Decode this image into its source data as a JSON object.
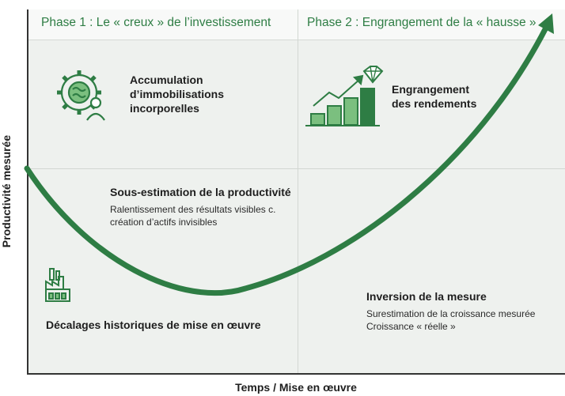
{
  "phases": {
    "phase1": "Phase 1 : Le « creux » de l’investissement",
    "phase2": "Phase 2 : Engrangement de la « hausse »"
  },
  "axes": {
    "y_label": "Productivité mesurée",
    "x_label": "Temps / Mise en œuvre"
  },
  "annotations": {
    "accumulation": {
      "line1": "Accumulation",
      "line2": "d’immobilisations",
      "line3": "incorporelles"
    },
    "engrangement": {
      "line1": "Engrangement",
      "line2": "des rendements"
    },
    "sous_estimation": {
      "title": "Sous-estimation de la productivité",
      "line1": "Ralentissement des résultats visibles c.",
      "line2": "création d’actifs invisibles"
    },
    "decalages": {
      "title": "Décalages historiques de mise en œuvre"
    },
    "inversion": {
      "title": "Inversion de la mesure",
      "line1": "Surestimation de la croissance mesurée",
      "line2": "Croissance « réelle »"
    }
  },
  "icons": {
    "gear": "gear-brain-person-icon",
    "bars": "rising-bar-chart-diamond-icon",
    "factory": "factory-icon"
  },
  "colors": {
    "curve": "#2e7d44",
    "accent": "#2e7d44",
    "icon_fill": "#7bbf7f",
    "background": "#eef1ee"
  }
}
